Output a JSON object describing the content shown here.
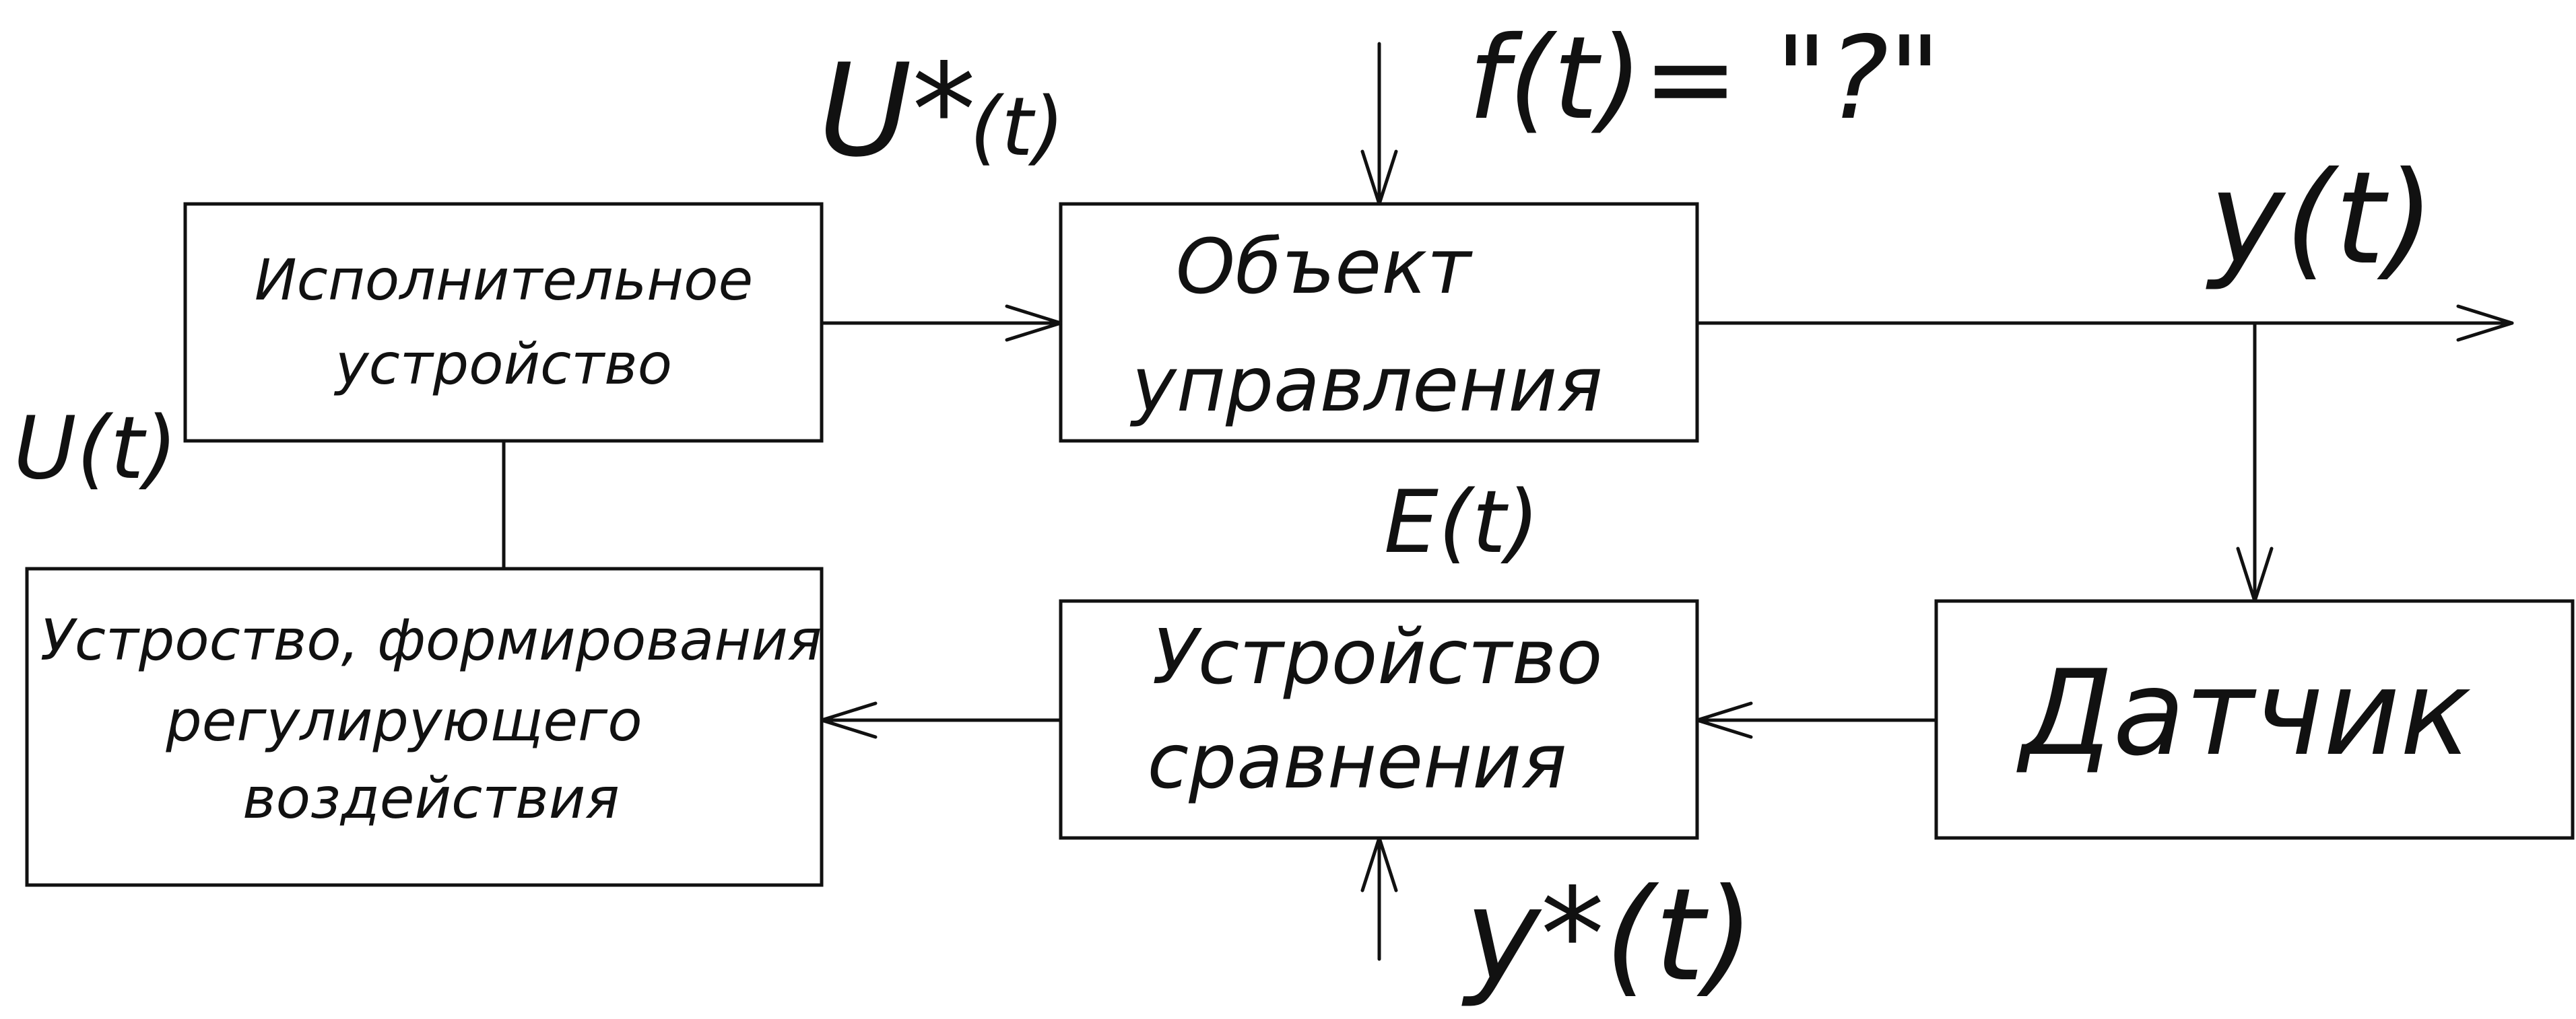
{
  "blocks": {
    "actuator": {
      "line1": "Исполнительное",
      "line2": "устройство"
    },
    "plant": {
      "line1": "Объект",
      "line2": "управления"
    },
    "controller": {
      "line1": "Устроство, формирования",
      "line2": "регулирующего",
      "line3": "воздействия"
    },
    "comparator": {
      "line1": "Устройство",
      "line2": "сравнения"
    },
    "sensor": {
      "label": "Датчик"
    }
  },
  "signals": {
    "u_star_main": "U*",
    "u_star_arg": "(t)",
    "disturbance": "f(t)= \"?\"",
    "output": "y(t)",
    "control": "U(t)",
    "error": "E(t)",
    "setpoint": "y*(t)"
  },
  "colors": {
    "line": "#111111",
    "background": "#ffffff"
  }
}
